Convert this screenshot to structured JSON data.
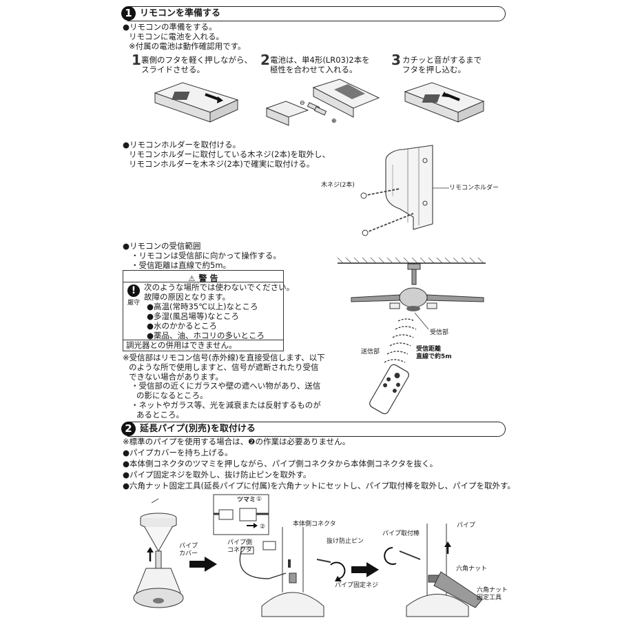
{
  "section1": {
    "num": "1",
    "title": "リモコンを準備する",
    "prep": [
      "●リモコンの準備をする。",
      "リモコンに電池を入れる。",
      "※付属の電池は動作確認用です。"
    ],
    "steps": [
      {
        "num": "1",
        "lines": [
          "裏側のフタを軽く押しながら、",
          "スライドさせる。"
        ]
      },
      {
        "num": "2",
        "lines": [
          "電池は、単4形(LR03)2本を",
          "極性を合わせて入れる。"
        ]
      },
      {
        "num": "3",
        "lines": [
          "カチッと音がするまで",
          "フタを押し込む。"
        ]
      }
    ],
    "holder": [
      "●リモコンホルダーを取付ける。",
      "リモコンホルダーに取付している木ネジ(2本)を取外し、",
      "リモコンホルダーを木ネジ(2本)で確実に取付ける。"
    ],
    "holder_labels": {
      "screws": "木ネジ(2本)",
      "holder": "リモコンホルダー"
    },
    "range": [
      "●リモコンの受信範囲",
      "・リモコンは受信部に向かって操作する。",
      "・受信距離は直線で約5m。"
    ],
    "warning": {
      "title": "警 告",
      "mandatory": "厳守",
      "lines": [
        "次のような場所では使わないでください。",
        "故障の原因となります。"
      ],
      "bullets": [
        "●高温(常時35℃以上)なところ",
        "●多湿(風呂場等)なところ",
        "●水のかかるところ",
        "●薬品、油、ホコリの多いところ"
      ],
      "footer": "調光器との併用はできません。"
    },
    "note": [
      "※受信部はリモコン信号(赤外線)を直接受信します、以下",
      "のような所で使用しますと、信号が遮断されたり受信",
      "できない場合があります。",
      "・受信部の近くにガラスや壁の遮へい物があり、送信",
      "の影になるところ。",
      "・ネットやガラス等、光を減衰または反射するものが",
      "あるところ。"
    ],
    "fan_labels": {
      "receiver": "受信部",
      "distance1": "受信距離",
      "distance2": "直線で約5m",
      "transmitter": "送信部"
    }
  },
  "section2": {
    "num": "2",
    "title": "延長パイプ(別売)を取付ける",
    "lines": [
      "※標準のパイプを使用する場合は、❷の作業は必要ありません。",
      "●パイプカバーを持ち上げる。",
      "●本体側コネクタのツマミを押しながら、パイプ側コネクタから本体側コネクタを抜く。",
      "●パイプ固定ネジを取外し、抜け防止ピンを取外す。",
      "●六角ナット固定工具(延長パイプに付属)を六角ナットにセットし、パイプ取付棒を取外し、パイプを取外す。"
    ],
    "labels": {
      "pipe_cover": [
        "パイプ",
        "カバー"
      ],
      "knob": "ツマミ",
      "c1": "①",
      "c2": "②",
      "body_connector": "本体側コネクタ",
      "pin": "抜け防止ピン",
      "pipe_connector": [
        "パイプ側",
        "コネクタ"
      ],
      "pipe_screw": "パイプ固定ネジ",
      "pipe_rod": "パイプ取付棒",
      "pipe": "パイプ",
      "hex_nut": "六角ナット",
      "hex_tool": [
        "六角ナット",
        "固定工具"
      ]
    }
  }
}
